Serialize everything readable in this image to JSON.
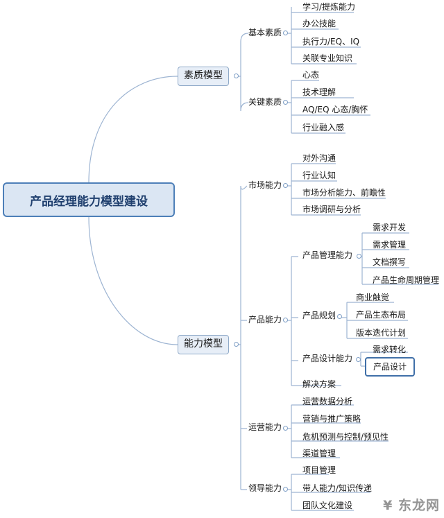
{
  "root": "产品经理能力模型建设",
  "branches": [
    {
      "label": "素质模型",
      "children": [
        {
          "label": "基本素质",
          "children": [
            "学习/提炼能力",
            "办公技能",
            "执行力/EQ、IQ",
            "关联专业知识"
          ]
        },
        {
          "label": "关键素质",
          "children": [
            "心态",
            "技术理解",
            "AQ/EQ 心态/胸怀",
            "行业融入感"
          ]
        }
      ]
    },
    {
      "label": "能力模型",
      "children": [
        {
          "label": "市场能力",
          "children": [
            "对外沟通",
            "行业认知",
            "市场分析能力、前瞻性",
            "市场调研与分析"
          ]
        },
        {
          "label": "产品能力",
          "children": [
            {
              "label": "产品管理能力",
              "children": [
                "需求开发",
                "需求管理",
                "文档撰写",
                "产品生命周期管理"
              ]
            },
            {
              "label": "产品规划",
              "children": [
                "商业触觉",
                "产品生态布局",
                "版本迭代计划"
              ]
            },
            {
              "label": "产品设计能力",
              "children": [
                "需求转化",
                "产品设计"
              ]
            },
            "解决方案"
          ]
        },
        {
          "label": "运营能力",
          "children": [
            "运营数据分析",
            "营销与推广策略",
            "危机预测与控制/预见性",
            "渠道管理"
          ]
        },
        {
          "label": "领导能力",
          "children": [
            "项目管理",
            "带人能力/知识传递",
            "团队文化建设"
          ]
        }
      ]
    }
  ],
  "watermark": "¥ 东龙网",
  "colors": {
    "line": "#9db4d2",
    "root_border": "#4d7fb8",
    "highlight_border": "#3f6fa8"
  }
}
